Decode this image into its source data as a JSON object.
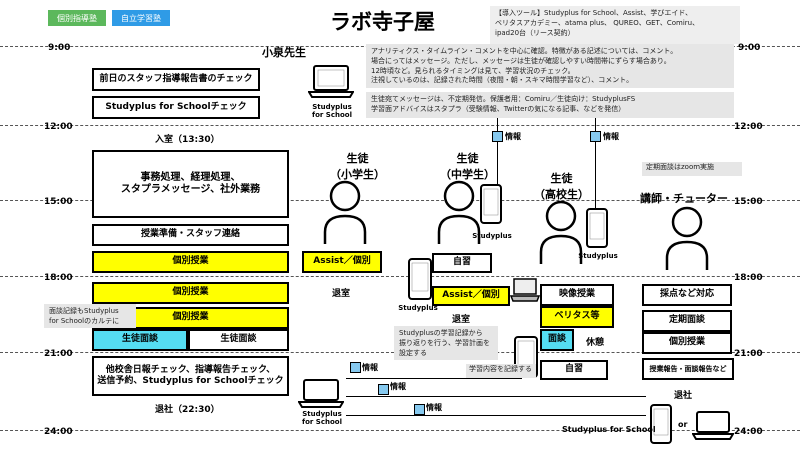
{
  "title": "ラボ寺子屋",
  "badges": [
    {
      "label": "個別指導塾",
      "color": "#5cb85c"
    },
    {
      "label": "自立学習塾",
      "color": "#2f9be6"
    }
  ],
  "tools_note": "【導入ツール】Studyplus for School、Assist、学びエイド、\nベリタスアカデミー、atama plus、 QUREO、GET、Comiru、\nipad20台（リース契約）",
  "times": [
    "9:00",
    "12:00",
    "15:00",
    "18:00",
    "21:00",
    "24:00"
  ],
  "people": {
    "teacher": "小泉先生",
    "elementary": "生徒\n（小学生）",
    "junior": "生徒\n（中学生）",
    "high": "生徒\n（高校生）",
    "tutor": "講師・チューター"
  },
  "teacher_tasks": {
    "report_check": "前日のスタッフ指導報告書のチェック",
    "studyplus_check": "Studyplus for Schoolチェック",
    "entry": "入室（13:30）",
    "office": "事務処理、経理処理、\nスタプラメッセージ、社外業務",
    "prep": "授業準備・スタッフ連絡",
    "lesson1": "個別授業",
    "lesson2": "個別授業",
    "lesson3": "個別授業",
    "interview_cyan": "生徒面談",
    "interview": "生徒面談",
    "final": "他校舎日報チェック、指導報告チェック、\n送信予約、Studyplus for Schoolチェック",
    "exit": "退社（22:30）"
  },
  "notes": {
    "analytics": "アナリティクス・タイムライン・コメントを中心に確認。特徴がある記述については、コメント。\n場合にってはメッセージ。ただし、メッセージは生徒が確認しやすい時間帯にずらす場合あり。\n12時頃など。見られるタイミングは見て、学習状況のチェック。\n注視しているのは、記録された時間（夜間・朝・スキマ時間学習など）、コメント。",
    "guardian": "生徒宛てメッセージは、不定期発信。保護者用：Comiru／生徒向け：StudyplusFS\n学習面アドバイスはスタプラ（受験情報、Twitterの気になる記事、などを発信）",
    "interview_record": "面談記録もStudyplus\nfor Schoolのカルテに",
    "review": "Studyplusの学習記録から\n振り返りを行う、学習計画を\n設定する",
    "record_content": "学習内容を記録する",
    "zoom": "定期面談はzoom実施"
  },
  "elementary": {
    "assist": "Assist／個別",
    "exit": "退室"
  },
  "junior": {
    "self_study": "自習",
    "assist": "Assist／個別",
    "exit": "退室",
    "self_study2": "自習",
    "studyplus": "Studyplus"
  },
  "high": {
    "video": "映像授業",
    "veritas": "ベリタス等",
    "interview": "面談",
    "rest": "休憩",
    "studyplus": "Studyplus"
  },
  "tutor": {
    "grading": "採点など対応",
    "regular_interview": "定期面談",
    "lesson": "個別授業",
    "report": "授業報告・面談報告など",
    "exit": "退社"
  },
  "devices": {
    "laptop_label": "Studyplus\nfor School",
    "laptop_label2": "Studyplus\nfor School",
    "student_phone": "Studyplus",
    "bottom_label": "Studyplus for School",
    "or": "or"
  },
  "info": "情報"
}
